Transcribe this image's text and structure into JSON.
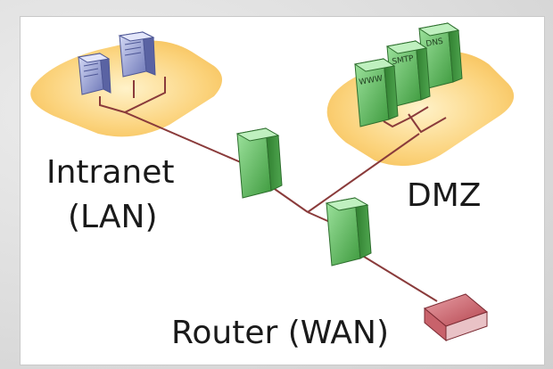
{
  "diagram": {
    "labels": {
      "intranet_line1": "Intranet",
      "intranet_line2": "(LAN)",
      "dmz": "DMZ",
      "router": "Router (WAN)"
    },
    "dmz_servers": {
      "www": "WWW",
      "smtp": "SMTP",
      "dns": "DNS"
    },
    "colors": {
      "zone_fill": "#fbd27a",
      "cable": "#8a3b3b",
      "firewall_green": "#5cb85c",
      "lan_server_blue": "#8b96cf",
      "router_red": "#b5454f"
    }
  }
}
